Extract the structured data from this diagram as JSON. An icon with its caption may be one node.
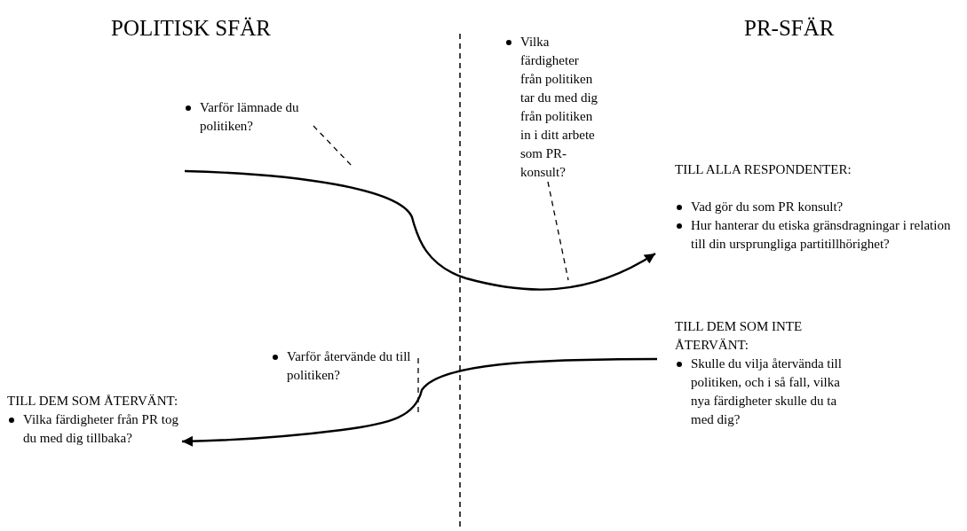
{
  "diagram": {
    "nodes": [
      {
        "text": [
          "Varför lämnade du politiken?"
        ]
      },
      {
        "text": [
          "Vilka färdigheter från politiken tar du med dig från politiken in i ditt arbete som PR-konsult?"
        ]
      },
      {
        "text": [
          "TILL ALLA RESPONDENTER:",
          "Vad gör du som PR konsult?",
          "Hur hanterar du etiska gränsdragningar i relation till din ursprungliga partitillhörighet?"
        ]
      },
      {
        "text": [
          "TILL DEM SOM INTE ÅTERVÄNT:",
          "Skulle du vilja återvända till politiken, och i så fall, vilka nya färdigheter skulle du ta med dig?"
        ]
      },
      {
        "text": [
          "Varför återvände du till politiken?"
        ]
      },
      {
        "text": [
          "TILL DEM SOM ÅTERVÄNT:",
          "Vilka färdigheter från PR tog du med dig tillbaka?"
        ]
      }
    ],
    "edges": [
      {
        "from": 0,
        "to": null,
        "arrow": "none",
        "style": "dashed"
      },
      {
        "from": 1,
        "to": null,
        "arrow": "none",
        "style": "dashed"
      },
      {
        "from": 4,
        "to": null,
        "arrow": "none",
        "style": "dashed"
      },
      {
        "from": null,
        "to": 2,
        "arrow": "to"
      },
      {
        "from": null,
        "to": 5,
        "arrow": "to"
      }
    ],
    "labels": [
      "POLITISK SFÄR",
      "PR-SFÄR"
    ]
  }
}
